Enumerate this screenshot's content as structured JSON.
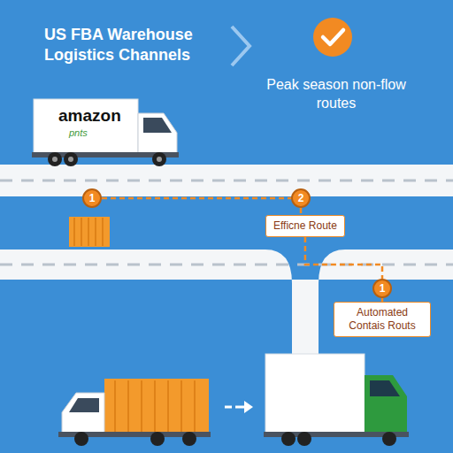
{
  "diagram": {
    "title": "US FBA Warehouse Logistics Channels",
    "nodes": [
      {
        "text": [
          "1"
        ]
      },
      {
        "text": [
          "2"
        ]
      },
      {
        "text": [
          "Efficne Route"
        ]
      },
      {
        "text": [
          "1"
        ]
      },
      {
        "text": [
          "Automated Contais Routs"
        ]
      }
    ],
    "edges": [
      {
        "from": 0,
        "to": 1,
        "arrow": "none"
      },
      {
        "from": 1,
        "to": 2,
        "arrow": "none"
      },
      {
        "from": 2,
        "to": 3,
        "arrow": "none"
      },
      {
        "from": 3,
        "to": 4,
        "arrow": "none"
      }
    ],
    "labels": [
      "Peak season non-flow routes",
      "amazon",
      "pnts"
    ]
  }
}
